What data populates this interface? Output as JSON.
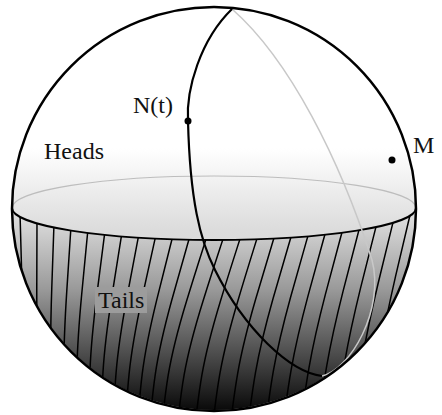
{
  "diagram": {
    "labels": [
      "N(t)",
      "Heads",
      "M",
      "Tails"
    ]
  }
}
